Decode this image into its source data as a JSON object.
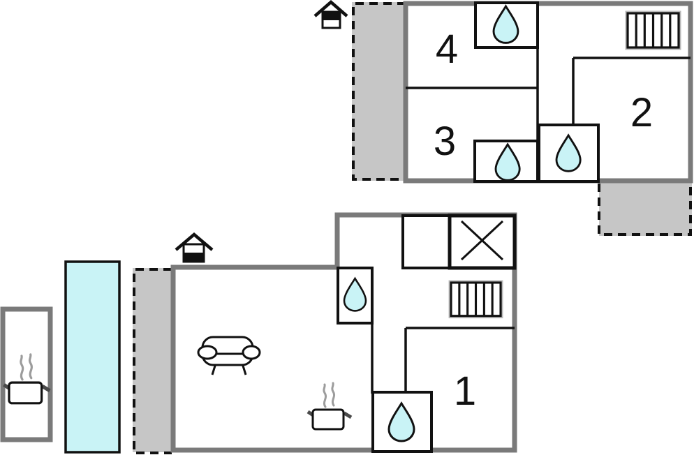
{
  "colors": {
    "water": "#c9f3f6",
    "terrace": "#c6c6c6",
    "wall": "#7a7a7a",
    "line": "#111111"
  },
  "upper_floor": {
    "rooms": [
      {
        "id": "room-4",
        "label": "4"
      },
      {
        "id": "room-3",
        "label": "3"
      },
      {
        "id": "room-2",
        "label": "2"
      }
    ],
    "icons": [
      "entrance-house-icon",
      "water-drop-icon",
      "water-drop-icon",
      "water-drop-icon",
      "wardrobe-slats-icon"
    ],
    "terrace_count": 2
  },
  "ground_floor": {
    "rooms": [
      {
        "id": "room-1",
        "label": "1"
      }
    ],
    "icons": [
      "entrance-house-icon",
      "water-drop-icon",
      "water-drop-icon",
      "sofa-icon",
      "cooking-pot-icon",
      "crossed-box-icon",
      "wardrobe-slats-icon",
      "hot-tub-pot-icon",
      "swimming-pool"
    ],
    "terrace_count": 1
  }
}
